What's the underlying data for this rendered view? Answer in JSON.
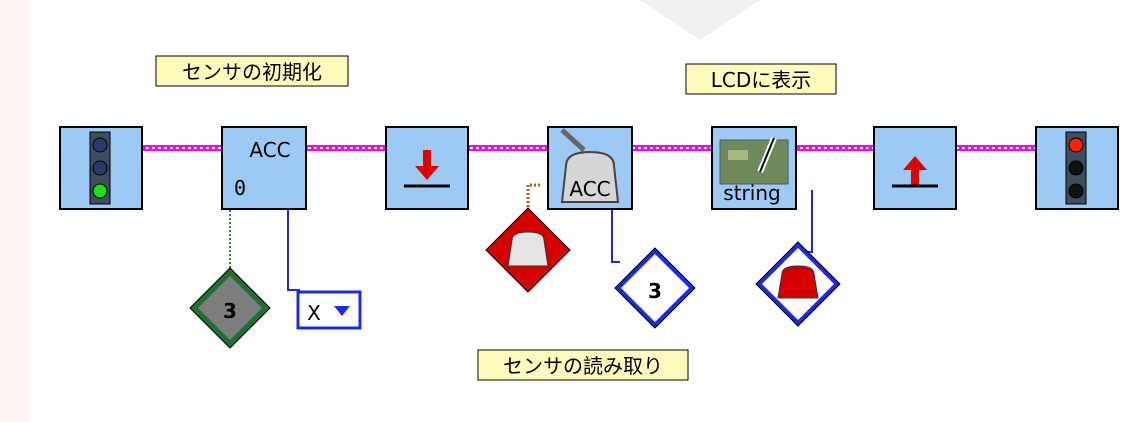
{
  "labels": {
    "init": "センサの初期化",
    "lcd": "LCDに表示",
    "read": "センサの読み取り"
  },
  "blocks": {
    "acc_init_top": "ACC",
    "acc_init_bottom": "0",
    "acc_read": "ACC",
    "lcd_string": "string"
  },
  "params": {
    "port_init": "3",
    "port_read": "3",
    "axis": "X"
  },
  "colors": {
    "wire": "#ff00ff",
    "block_fill": "#9ccaf5",
    "red_param": "#d40000",
    "blue_param": "#1e2bd8",
    "green_param": "#1f6f2f"
  }
}
